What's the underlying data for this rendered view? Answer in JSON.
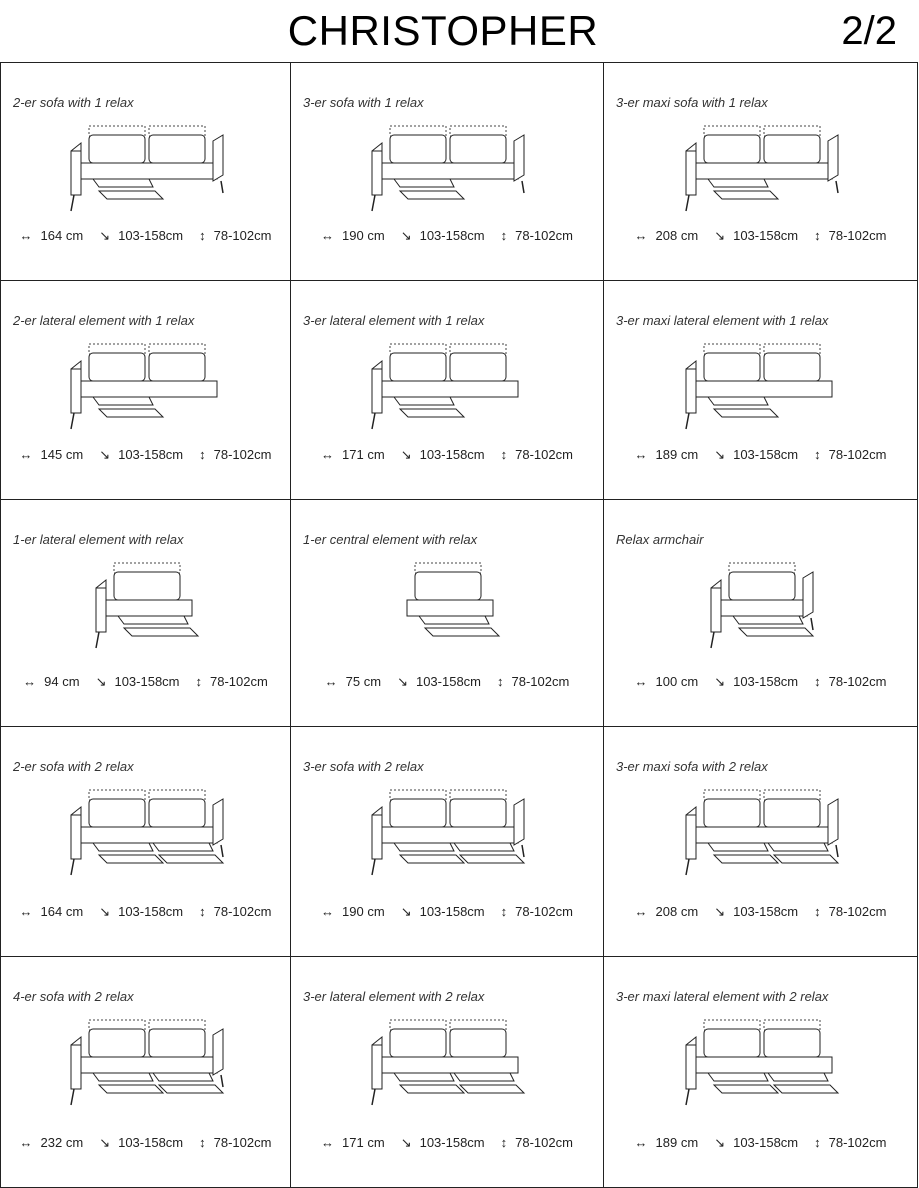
{
  "header": {
    "title": "CHRISTOPHER",
    "page": "2/2"
  },
  "icons": {
    "width": "width-arrow-icon",
    "depth": "depth-arrow-icon",
    "height": "height-arrow-icon"
  },
  "items": [
    {
      "label": "2-er sofa with 1 relax",
      "width": "164 cm",
      "depth": "103-158cm",
      "height": "78-102cm",
      "seats": 2,
      "relax": 1,
      "arms": "both"
    },
    {
      "label": "3-er sofa with 1 relax",
      "width": "190 cm",
      "depth": "103-158cm",
      "height": "78-102cm",
      "seats": 2,
      "relax": 1,
      "arms": "both"
    },
    {
      "label": "3-er maxi sofa with 1 relax",
      "width": "208 cm",
      "depth": "103-158cm",
      "height": "78-102cm",
      "seats": 2,
      "relax": 1,
      "arms": "both"
    },
    {
      "label": "2-er lateral element with 1 relax",
      "width": "145 cm",
      "depth": "103-158cm",
      "height": "78-102cm",
      "seats": 2,
      "relax": 1,
      "arms": "left"
    },
    {
      "label": "3-er lateral element with 1 relax",
      "width": "171 cm",
      "depth": "103-158cm",
      "height": "78-102cm",
      "seats": 2,
      "relax": 1,
      "arms": "left"
    },
    {
      "label": "3-er maxi lateral element with 1 relax",
      "width": "189 cm",
      "depth": "103-158cm",
      "height": "78-102cm",
      "seats": 2,
      "relax": 1,
      "arms": "left"
    },
    {
      "label": "1-er lateral element with relax",
      "width": "94 cm",
      "depth": "103-158cm",
      "height": "78-102cm",
      "seats": 1,
      "relax": 1,
      "arms": "left"
    },
    {
      "label": "1-er central element with relax",
      "width": "75 cm",
      "depth": "103-158cm",
      "height": "78-102cm",
      "seats": 1,
      "relax": 1,
      "arms": "none"
    },
    {
      "label": "Relax armchair",
      "width": "100 cm",
      "depth": "103-158cm",
      "height": "78-102cm",
      "seats": 1,
      "relax": 1,
      "arms": "both"
    },
    {
      "label": "2-er sofa with 2 relax",
      "width": "164 cm",
      "depth": "103-158cm",
      "height": "78-102cm",
      "seats": 2,
      "relax": 2,
      "arms": "both"
    },
    {
      "label": "3-er sofa with 2 relax",
      "width": "190 cm",
      "depth": "103-158cm",
      "height": "78-102cm",
      "seats": 2,
      "relax": 2,
      "arms": "both"
    },
    {
      "label": "3-er maxi sofa with 2 relax",
      "width": "208 cm",
      "depth": "103-158cm",
      "height": "78-102cm",
      "seats": 2,
      "relax": 2,
      "arms": "both"
    },
    {
      "label": "4-er sofa with 2 relax",
      "width": "232 cm",
      "depth": "103-158cm",
      "height": "78-102cm",
      "seats": 2,
      "relax": 2,
      "arms": "both"
    },
    {
      "label": "3-er lateral element with 2 relax",
      "width": "171 cm",
      "depth": "103-158cm",
      "height": "78-102cm",
      "seats": 2,
      "relax": 2,
      "arms": "left"
    },
    {
      "label": "3-er maxi lateral element with 2 relax",
      "width": "189 cm",
      "depth": "103-158cm",
      "height": "78-102cm",
      "seats": 2,
      "relax": 2,
      "arms": "left"
    }
  ]
}
